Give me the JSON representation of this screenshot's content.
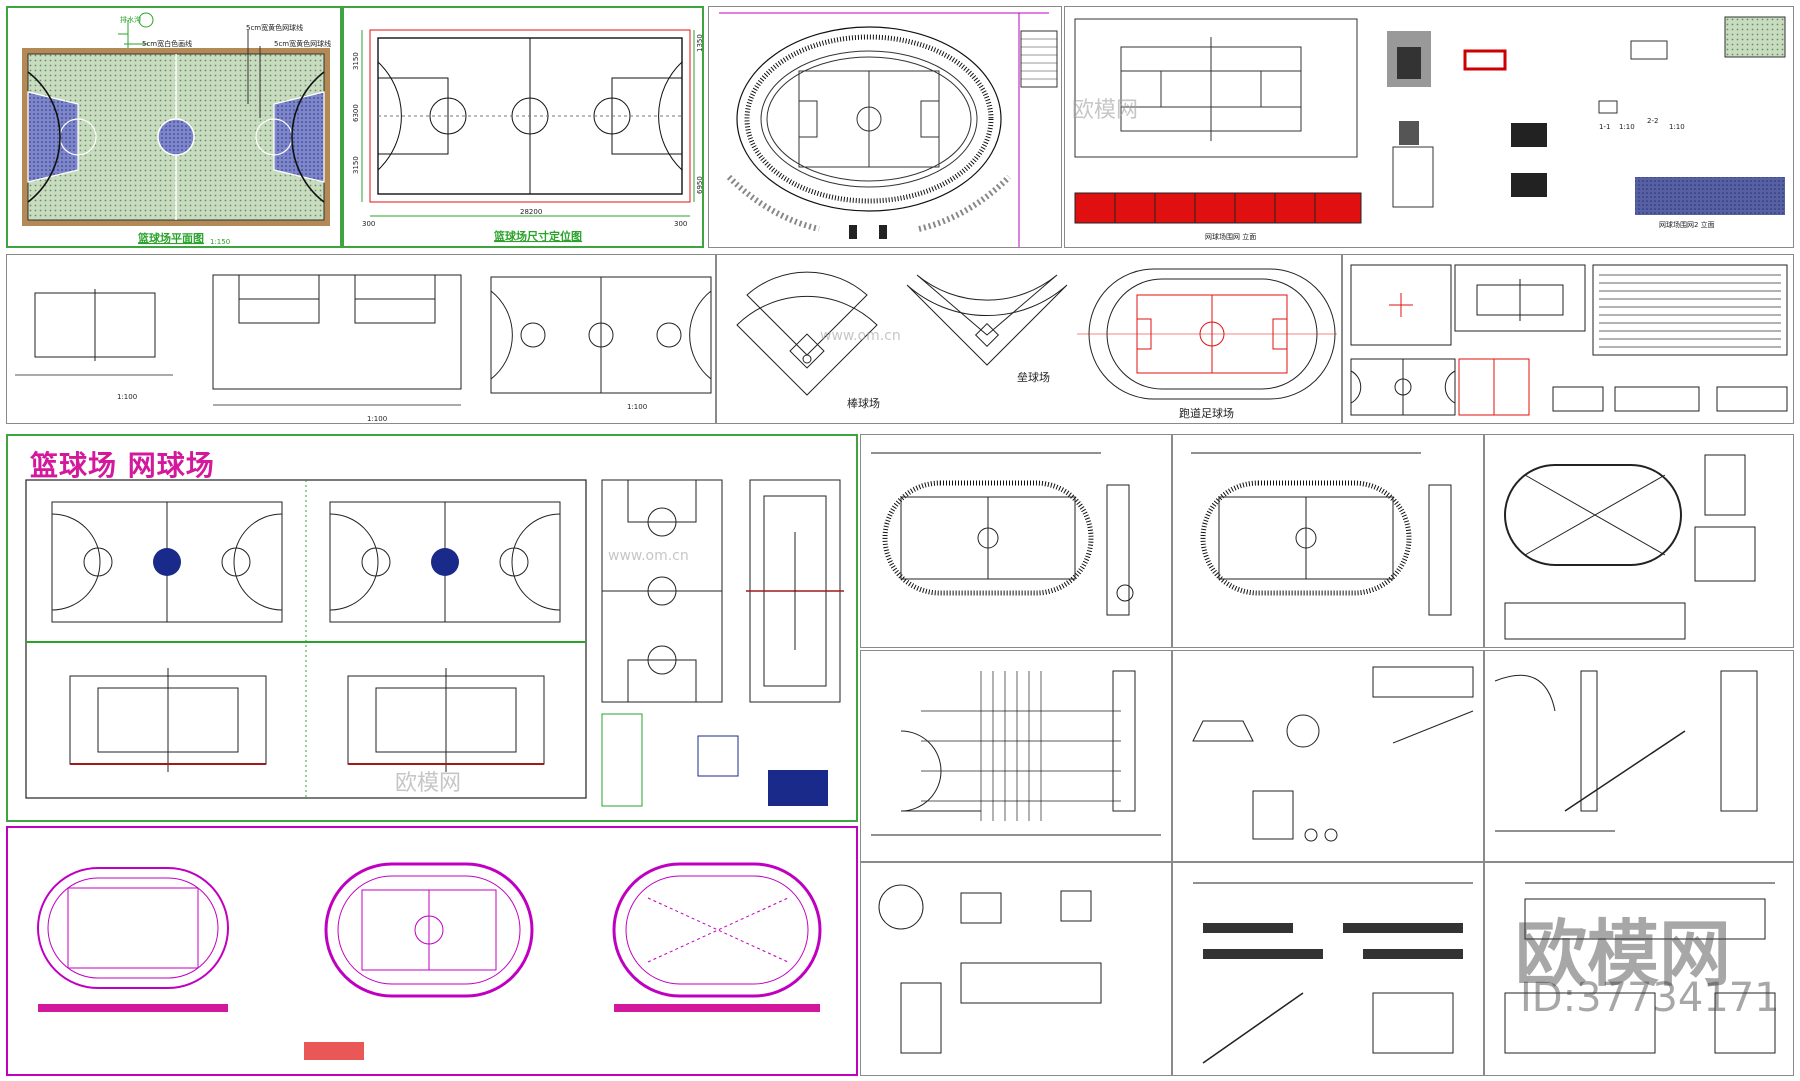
{
  "labels": {
    "drainage": "排水沟",
    "line_white": "5cm宽白色画线",
    "line_yellow_1": "5cm宽黄色网球线",
    "line_yellow_2": "5cm宽黄色网球线",
    "plan_title": "篮球场平面图",
    "plan_scale": "1:150",
    "dim_title": "篮球场尺寸定位图",
    "dim_total": "28200",
    "dim_left": "300",
    "dim_right": "300",
    "dim_v1": "3150",
    "dim_v2": "6300",
    "dim_v3": "3150",
    "dim_h1": "1350",
    "dim_h2": "6950",
    "net_elevation": "网球场围网 立面",
    "net_plan2": "网球场围网2 立面",
    "scale_110a": "1:10",
    "scale_110b": "1:10",
    "sec11": "1-1",
    "sec22": "2-2",
    "baseball": "棒球场",
    "softball": "垒球场",
    "track_field": "跑道足球场",
    "scale_100a": "1:100",
    "scale_100b": "1:100",
    "scale_100c": "1:100",
    "basket_tennis": "篮球场 网球场",
    "wm_brand": "欧模网",
    "wm_id": "ID:37734171",
    "wm_small": "欧模网",
    "wm_url": "www.om.cn"
  },
  "colors": {
    "magenta": "#d4189c",
    "green": "#2aa32a",
    "red": "#e01010",
    "navy": "#1a2a8a",
    "court_fill": "#b7d6b0",
    "paint_blue": "#5a66b8"
  }
}
